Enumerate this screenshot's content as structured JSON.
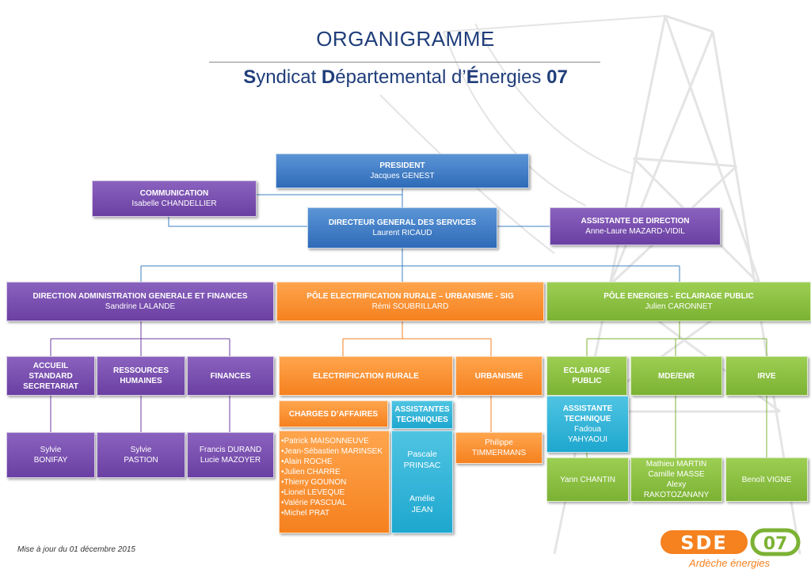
{
  "header": {
    "title": "ORGANIGRAMME",
    "subtitle_parts": [
      "S",
      "yndicat ",
      "D",
      "épartemental d’",
      "É",
      "nergies ",
      "07"
    ]
  },
  "colors": {
    "title": "#1f3d7a",
    "connector": "#3e7fc2",
    "blue": "#2f6bb8",
    "purple": "#6a3fa2",
    "orange": "#f5811f",
    "green": "#7cb234",
    "cyan": "#1ea7cf"
  },
  "boxes": {
    "president": {
      "title": "PRESIDENT",
      "name": "Jacques GENEST"
    },
    "communication": {
      "title": "COMMUNICATION",
      "name": "Isabelle CHANDELLIER"
    },
    "dgs": {
      "title": "DIRECTEUR GENERAL DES SERVICES",
      "name": "Laurent RICAUD"
    },
    "assistante_direction": {
      "title": "ASSISTANTE DE DIRECTION",
      "name": "Anne-Laure MAZARD-VIDIL"
    },
    "dagf": {
      "title": "DIRECTION ADMINISTRATION GENERALE ET FINANCES",
      "name": "Sandrine LALANDE"
    },
    "pole_elec": {
      "title": "PÔLE ELECTRIFICATION RURALE – URBANISME - SIG",
      "name": "Rémi SOUBRILLARD"
    },
    "pole_energies": {
      "title": "PÔLE ENERGIES - ECLAIRAGE PUBLIC",
      "name": "Julien CARONNET"
    },
    "accueil": {
      "lines": [
        "ACCUEIL",
        "STANDARD",
        "SECRETARIAT"
      ]
    },
    "rh": {
      "lines": [
        "RESSOURCES",
        "HUMAINES"
      ]
    },
    "finances": {
      "lines": [
        "FINANCES"
      ]
    },
    "elec_rurale": {
      "lines": [
        "ELECTRIFICATION RURALE"
      ]
    },
    "urbanisme": {
      "lines": [
        "URBANISME"
      ]
    },
    "eclairage": {
      "lines": [
        "ECLAIRAGE",
        "PUBLIC"
      ]
    },
    "mde": {
      "lines": [
        "MDE/ENR"
      ]
    },
    "irve": {
      "lines": [
        "IRVE"
      ]
    },
    "charges": {
      "lines": [
        "CHARGES D’AFFAIRES"
      ]
    },
    "assistantes_tech": {
      "lines": [
        "ASSISTANTES",
        "TECHNIQUES"
      ]
    },
    "assistante_tech": {
      "title_lines": [
        "ASSISTANTE",
        "TECHNIQUE"
      ],
      "names": [
        "Fadoua",
        "YAHYAOUI"
      ]
    },
    "sylvie_bonifay": {
      "names": [
        "Sylvie",
        "BONIFAY"
      ]
    },
    "sylvie_pastion": {
      "names": [
        "Sylvie",
        "PASTION"
      ]
    },
    "finances_staff": {
      "names": [
        "Francis DURAND",
        "Lucie MAZOYER"
      ]
    },
    "charges_list": {
      "names": [
        "•Patrick MAISONNEUVE",
        "•Jean-Sébastien MARINSEK",
        "•Alain ROCHE",
        "•Julien CHARRE",
        "•Thierry GOUNON",
        "•Lionel LEVEQUE",
        "•Valérie PASCUAL",
        "•Michel PRAT"
      ]
    },
    "assistantes_names": {
      "names": [
        "Pascale",
        "PRINSAC",
        "",
        "",
        "Amélie",
        "JEAN"
      ]
    },
    "philippe": {
      "names": [
        "Philippe",
        "TIMMERMANS"
      ]
    },
    "yann": {
      "names": [
        "Yann CHANTIN"
      ]
    },
    "mde_staff": {
      "names": [
        "Mathieu MARTIN",
        "Camille MASSE",
        "Alexy RAKOTOZANANY"
      ]
    },
    "benoit": {
      "names": [
        "Benoît VIGNE"
      ]
    }
  },
  "footer": {
    "update": "Mise à jour du 01 décembre 2015"
  },
  "logo": {
    "tagline": "Ardèche énergies"
  }
}
